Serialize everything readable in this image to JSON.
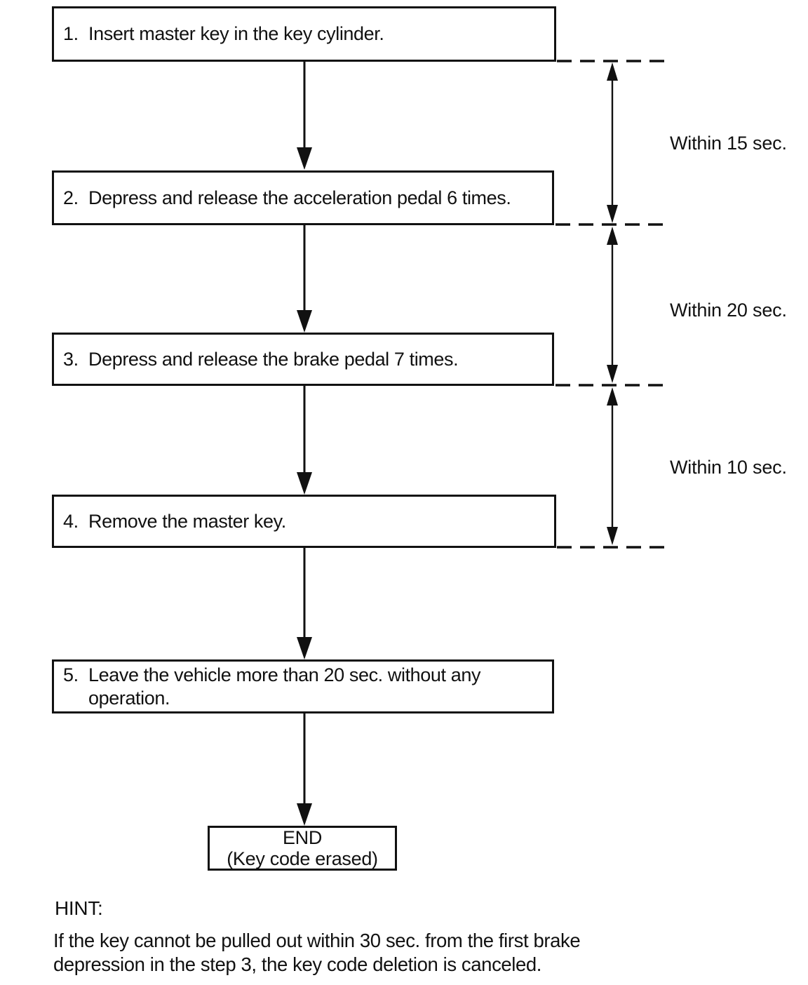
{
  "colors": {
    "ink": "#111111",
    "background": "#ffffff"
  },
  "flowchart": {
    "steps": [
      {
        "number": "1.",
        "text": "Insert master key in the key cylinder."
      },
      {
        "number": "2.",
        "text": "Depress and release the acceleration pedal 6 times."
      },
      {
        "number": "3.",
        "text": "Depress and release the brake pedal 7 times."
      },
      {
        "number": "4.",
        "text": "Remove the master key."
      },
      {
        "number": "5.",
        "text": "Leave the vehicle more than 20 sec. without any operation."
      }
    ],
    "timing_labels": [
      "Within 15 sec.",
      "Within 20 sec.",
      "Within 10 sec."
    ],
    "end_box": {
      "title": "END",
      "subtitle": "(Key code erased)"
    }
  },
  "hint": {
    "label": "HINT:",
    "body": "If the key cannot be pulled out within 30 sec. from the first brake depression in the step 3, the key code deletion is canceled."
  }
}
